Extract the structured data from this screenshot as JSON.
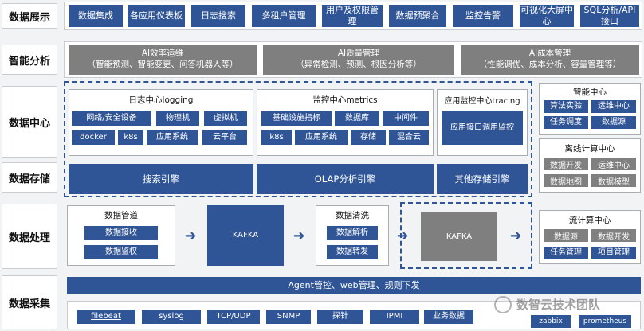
{
  "rows": {
    "display": "数据展示",
    "intel": "智能分析",
    "center": "数据中心",
    "storage": "数据存储",
    "process": "数据处理",
    "collect": "数据采集"
  },
  "display_items": [
    "数据集成",
    "各应用仪表板",
    "日志搜索",
    "多租户管理",
    "用户及权限管理",
    "数据预聚合",
    "监控告警",
    "可视化大屏中心",
    "SQL分析/API接口"
  ],
  "intel_boxes": [
    {
      "title": "AI效率运维",
      "desc": "（智能预测、智能变更、问答机器人等）"
    },
    {
      "title": "AI质量管理",
      "desc": "（异常检测、预测、根因分析等）"
    },
    {
      "title": "AI成本管理",
      "desc": "（性能调优、成本分析、容量管理等）"
    }
  ],
  "center": {
    "logging": {
      "title": "日志中心logging",
      "items": [
        "网络/安全设备",
        "物理机",
        "虚拟机",
        "docker",
        "k8s",
        "应用系统",
        "云平台"
      ]
    },
    "metrics": {
      "title": "监控中心metrics",
      "items": [
        "基础设施指标",
        "数据库",
        "中间件",
        "k8s",
        "应用系统",
        "存储",
        "混合云"
      ]
    },
    "tracing": {
      "title": "应用监控中心tracing",
      "items": [
        "应用接口调用监控"
      ]
    }
  },
  "storage_items": [
    "搜索引擎",
    "OLAP分析引擎",
    "其他存储引擎"
  ],
  "process": {
    "pipeline": {
      "title": "数据管道",
      "items": [
        "数据接收",
        "数据鉴权"
      ]
    },
    "kafka1": "KAFKA",
    "clean": {
      "title": "数据清洗",
      "items": [
        "数据解析",
        "数据转发"
      ]
    },
    "kafka2": "KAFKA"
  },
  "right": {
    "smart": {
      "title": "智能中心",
      "items": [
        "算法实验",
        "运维中心",
        "任务调度",
        "数据源"
      ]
    },
    "offline": {
      "title": "离线计算中心",
      "items": [
        "数据开发",
        "运维中心",
        "数据地图",
        "数据模型"
      ]
    },
    "stream": {
      "title": "流计算中心",
      "items": [
        "数据源",
        "数据开发",
        "任务管理",
        "项目管理"
      ]
    }
  },
  "collect": {
    "bar": "Agent管控、web管理、规则下发",
    "items": [
      "filebeat",
      "syslog",
      "TCP/UDP",
      "SNMP",
      "探针",
      "IPMI",
      "业务数据",
      "zabbix",
      "prometheus"
    ]
  },
  "watermark": "数智云技术团队",
  "arrow_glyph": "➜"
}
